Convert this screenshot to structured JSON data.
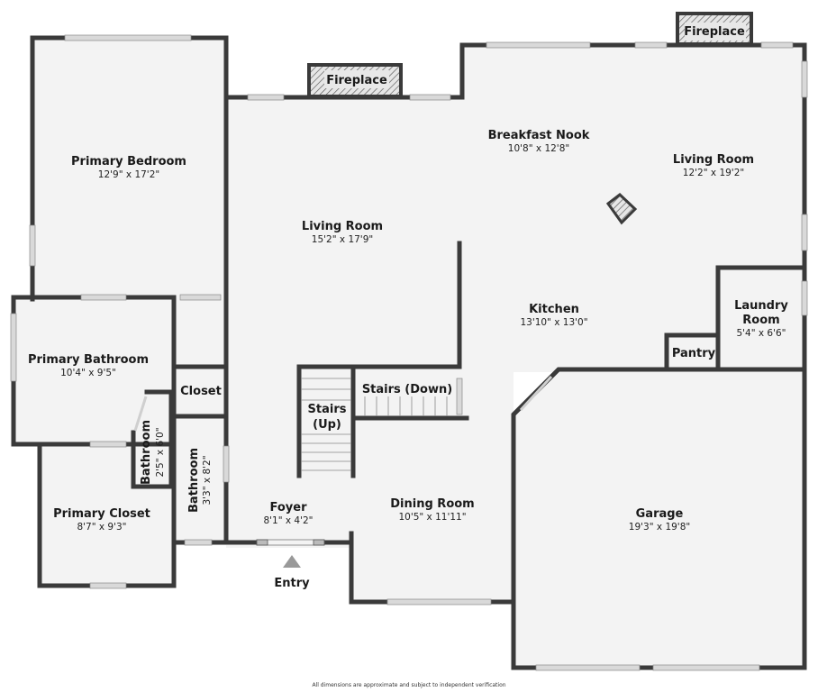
{
  "rooms": {
    "primary_bedroom": {
      "name": "Primary Bedroom",
      "dim": "12'9\" x 17'2\""
    },
    "living_room_main": {
      "name": "Living Room",
      "dim": "15'2\" x 17'9\""
    },
    "breakfast_nook": {
      "name": "Breakfast Nook",
      "dim": "10'8\" x 12'8\""
    },
    "living_room_east": {
      "name": "Living Room",
      "dim": "12'2\" x 19'2\""
    },
    "kitchen": {
      "name": "Kitchen",
      "dim": "13'10\" x 13'0\""
    },
    "laundry_room": {
      "name_line1": "Laundry",
      "name_line2": "Room",
      "dim": "5'4\" x 6'6\""
    },
    "pantry": {
      "name": "Pantry"
    },
    "primary_bathroom": {
      "name": "Primary Bathroom",
      "dim": "10'4\" x 9'5\""
    },
    "closet": {
      "name": "Closet"
    },
    "stairs_down": {
      "name": "Stairs (Down)"
    },
    "stairs_up": {
      "name_line1": "Stairs",
      "name_line2": "(Up)"
    },
    "bathroom_small": {
      "name": "Bathroom",
      "dim": "2'5\" x 6'0\""
    },
    "bathroom_hall": {
      "name": "Bathroom",
      "dim": "3'3\" x 8'2\""
    },
    "foyer": {
      "name": "Foyer",
      "dim": "8'1\" x 4'2\""
    },
    "dining_room": {
      "name": "Dining Room",
      "dim": "10'5\" x 11'11\""
    },
    "primary_closet": {
      "name": "Primary Closet",
      "dim": "8'7\" x 9'3\""
    },
    "garage": {
      "name": "Garage",
      "dim": "19'3\" x 19'8\""
    }
  },
  "fireplaces": {
    "left": "Fireplace",
    "right": "Fireplace"
  },
  "entry": {
    "label": "Entry"
  },
  "disclaimer": "All dimensions are approximate and subject to independent verification",
  "colors": {
    "wall": "#3a3a3a",
    "floor": "#f3f3f3",
    "window": "#d6d6d6",
    "fireplace_bg": "#e4e4e4"
  }
}
